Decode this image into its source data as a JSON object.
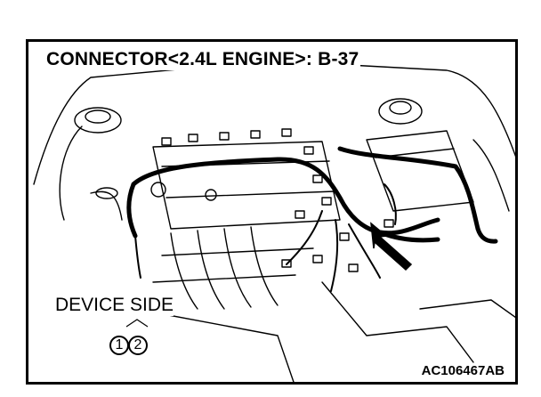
{
  "title": "CONNECTOR<2.4L ENGINE>: B-37",
  "device_side_label": "DEVICE SIDE",
  "connector_pins": [
    "1",
    "2"
  ],
  "figure_code": "AC106467AB"
}
